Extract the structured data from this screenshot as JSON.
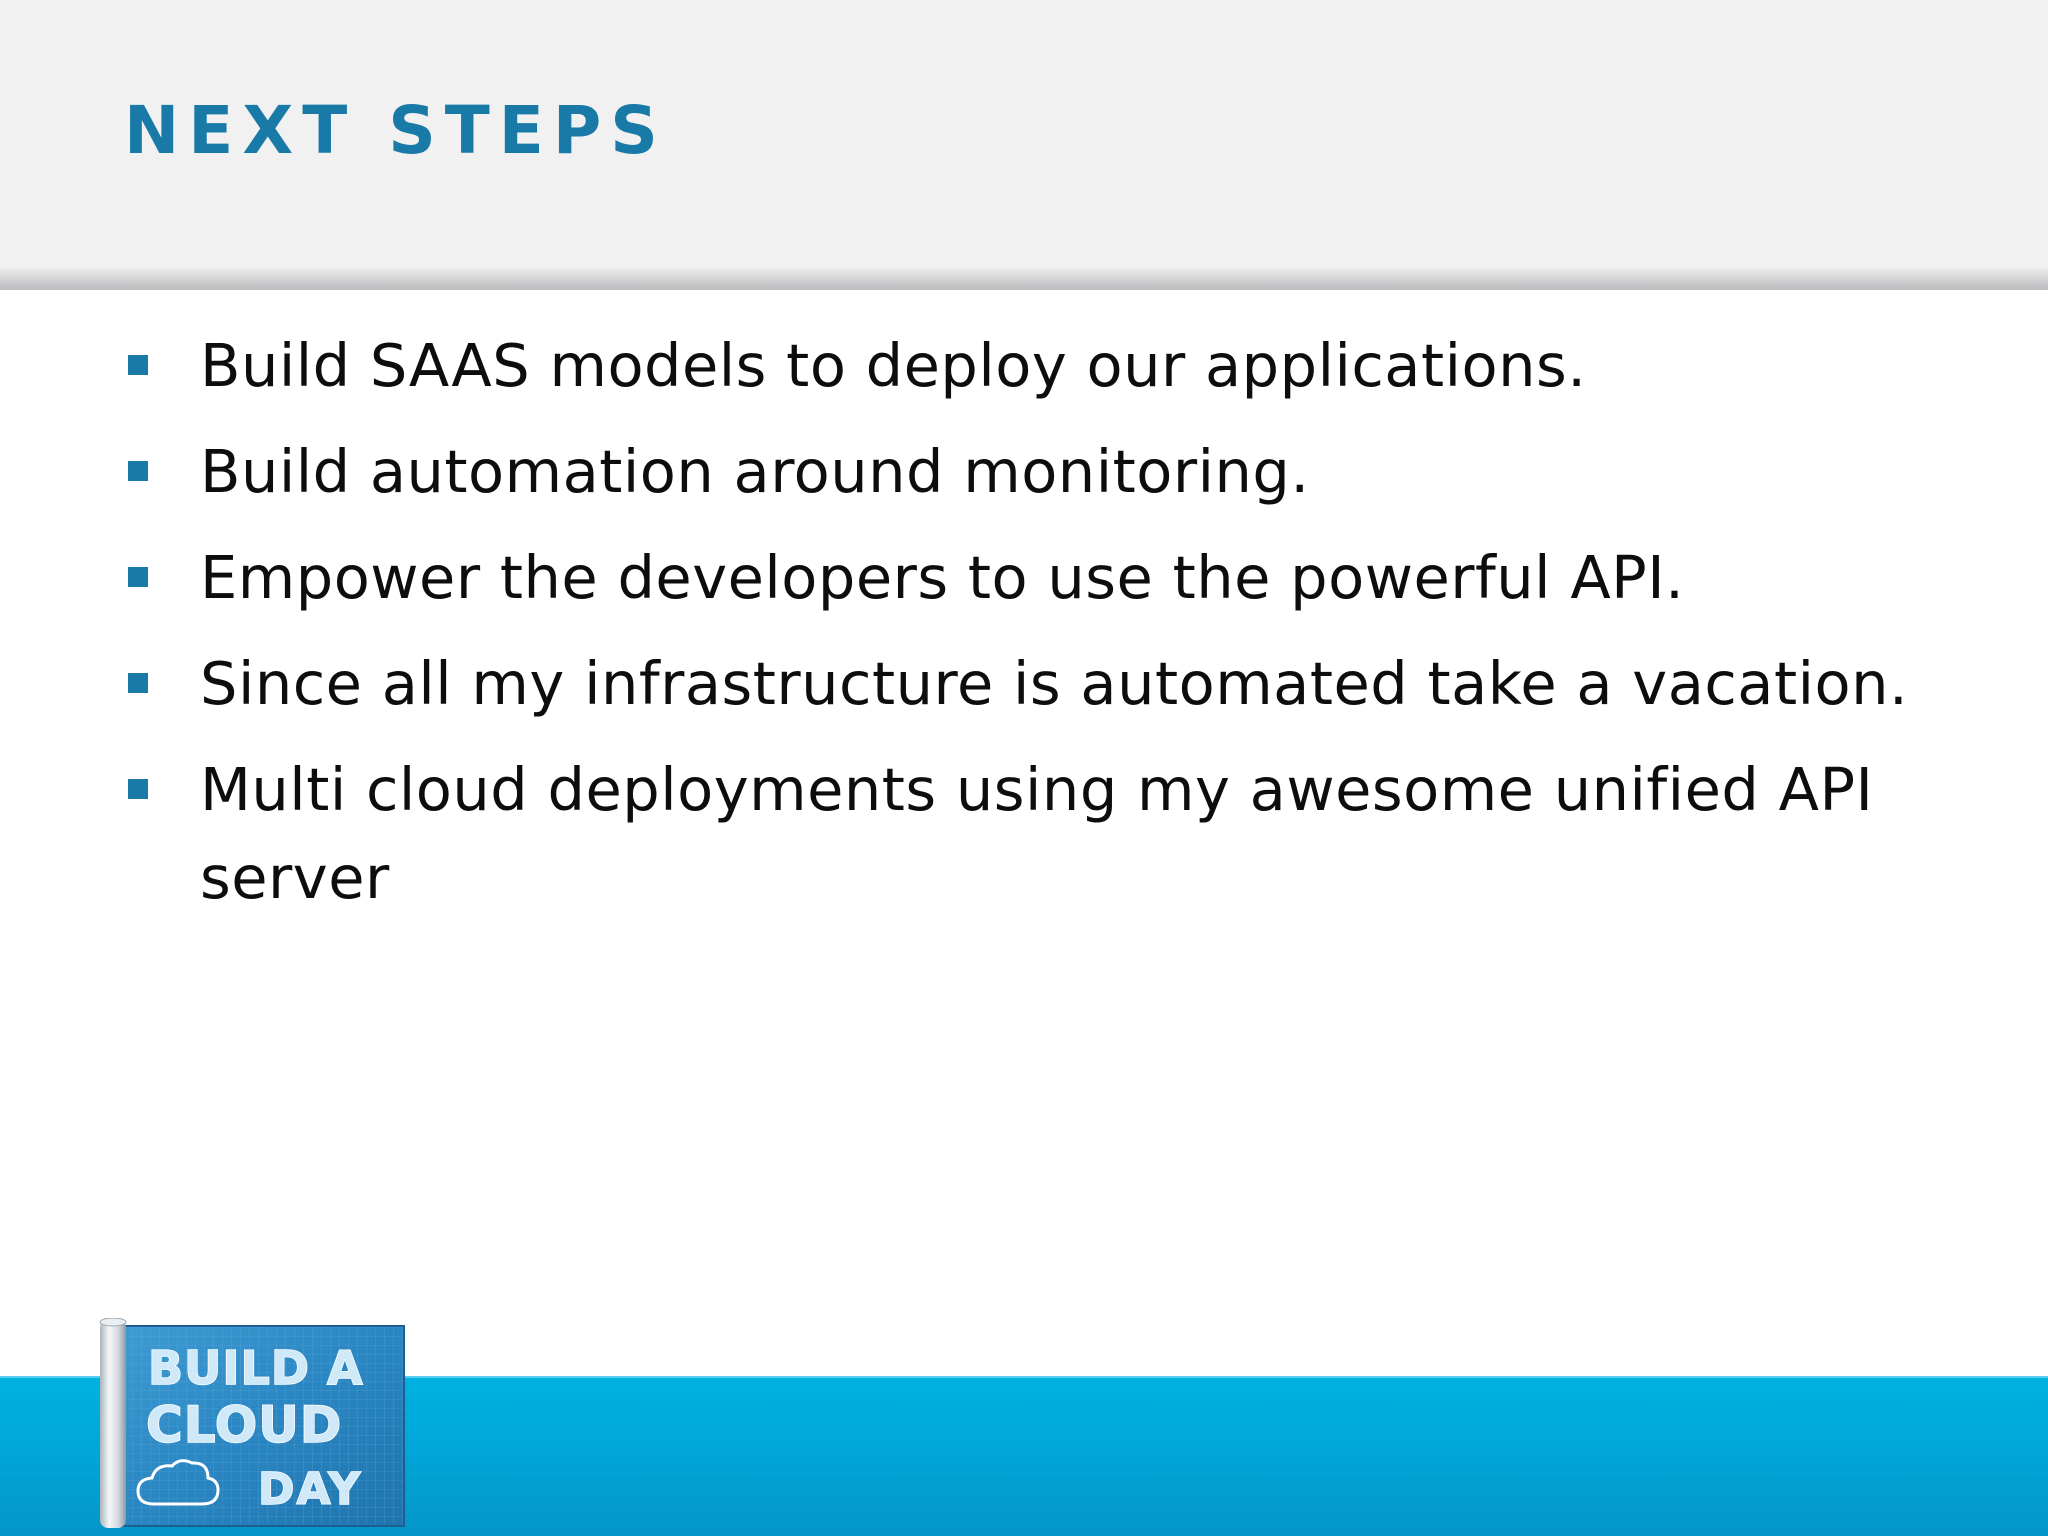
{
  "slide": {
    "title": "NEXT STEPS",
    "bullets": [
      "Build SAAS models to deploy our applications.",
      "Build automation around monitoring.",
      "Empower the developers to use the powerful API.",
      "Since all my infrastructure is automated take a vacation.",
      "Multi cloud deployments using my awesome unified API server"
    ]
  },
  "logo": {
    "lines": [
      "BUILD A",
      "CLOUD",
      "DAY"
    ]
  },
  "colors": {
    "title": "#1a7aa7",
    "bullet_marker": "#1a7aa7",
    "header_band": "#f1f1f2",
    "footer_band": "#00a8d9"
  }
}
